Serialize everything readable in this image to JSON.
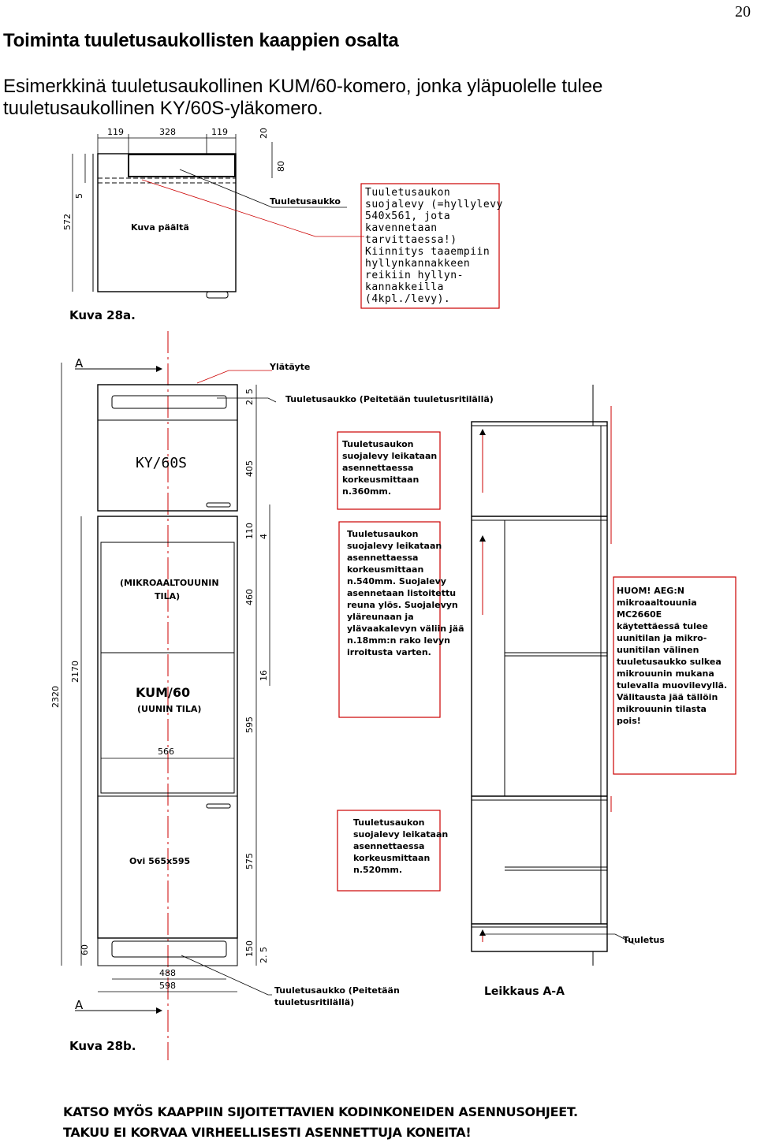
{
  "page": {
    "number": "20",
    "title": "Toiminta tuuletusaukollisten kaappien osalta",
    "intro": "Esimerkkinä tuuletusaukollinen KUM/60-komero, jonka yläpuolelle tulee tuuletusaukollinen KY/60S-yläkomero."
  },
  "top_view": {
    "dims": [
      "119",
      "328",
      "119",
      "20",
      "80",
      "5",
      "572"
    ],
    "label_vent": "Tuuletusaukko",
    "label_view": "Kuva päältä",
    "note": "Tuuletusaukon\nsuojalevy (=hyllylevy\n540x561, jota\nkavennetaan\ntarvittaessa!)\nKiinnitys taaempiin\nhyllynkannakkeen\nreikiin hyllyn-\nkannakkeilla\n(4kpl./levy).",
    "caption": "Kuva 28a."
  },
  "front_view": {
    "section_marker": "A",
    "label_top": "Ylätäyte",
    "label_vent_top": "Tuuletusaukko (Peitetään tuuletusritilällä)",
    "upper_cabinet": "KY/60S",
    "microwave_label": "(MIKROAALTOUUNIN\nTILA)",
    "main_cabinet": "KUM/60",
    "oven_label": "(UUNIN TILA)",
    "door_label": "Ovi 565x595",
    "dims_right": [
      "2. 5",
      "405",
      "110",
      "4",
      "460",
      "16",
      "595",
      "575",
      "150",
      "2. 5"
    ],
    "dims_left": [
      "2320",
      "2170",
      "60"
    ],
    "dim_566": "566",
    "dim_488": "488",
    "dim_598": "598",
    "label_vent_bottom": "Tuuletusaukko (Peitetään\ntuuletusritilällä)",
    "caption": "Kuva 28b."
  },
  "notes": {
    "n360": "Tuuletusaukon\nsuojalevy leikataan\nasennettaessa\nkorkeusmittaan\nn.360mm.",
    "n540": "Tuuletusaukon\nsuojalevy leikataan\nasennettaessa\nkorkeusmittaan\nn.540mm. Suojalevy\nasennetaan listoitettu\nreuna ylös. Suojalevyn\nyläreunaan ja\nylävaakalevyn väliin jää\nn.18mm:n rako levyn\nirroitusta varten.",
    "n520": "Tuuletusaukon\nsuojalevy leikataan\nasennettaessa\nkorkeusmittaan\nn.520mm.",
    "huom": "HUOM! AEG:N\nmikroaaltouunia\nMC2660E\nkäytettäessä tulee\nuunitilan ja mikro-\nuunitilan välinen\ntuuletusaukko sulkea\nmikrouunin mukana\ntulevalla muovilevyllä.\nVälitausta jää tällöin\nmikrouunin tilasta\npois!"
  },
  "section_view": {
    "label_airflow": "Tuuletus",
    "caption": "Leikkaus A-A"
  },
  "footer": "KATSO MYÖS KAAPPIIN SIJOITETTAVIEN KODINKONEIDEN ASENNUSOHJEET.\nTAKUU EI KORVAA VIRHEELLISESTI ASENNETTUJA KONEITA!"
}
